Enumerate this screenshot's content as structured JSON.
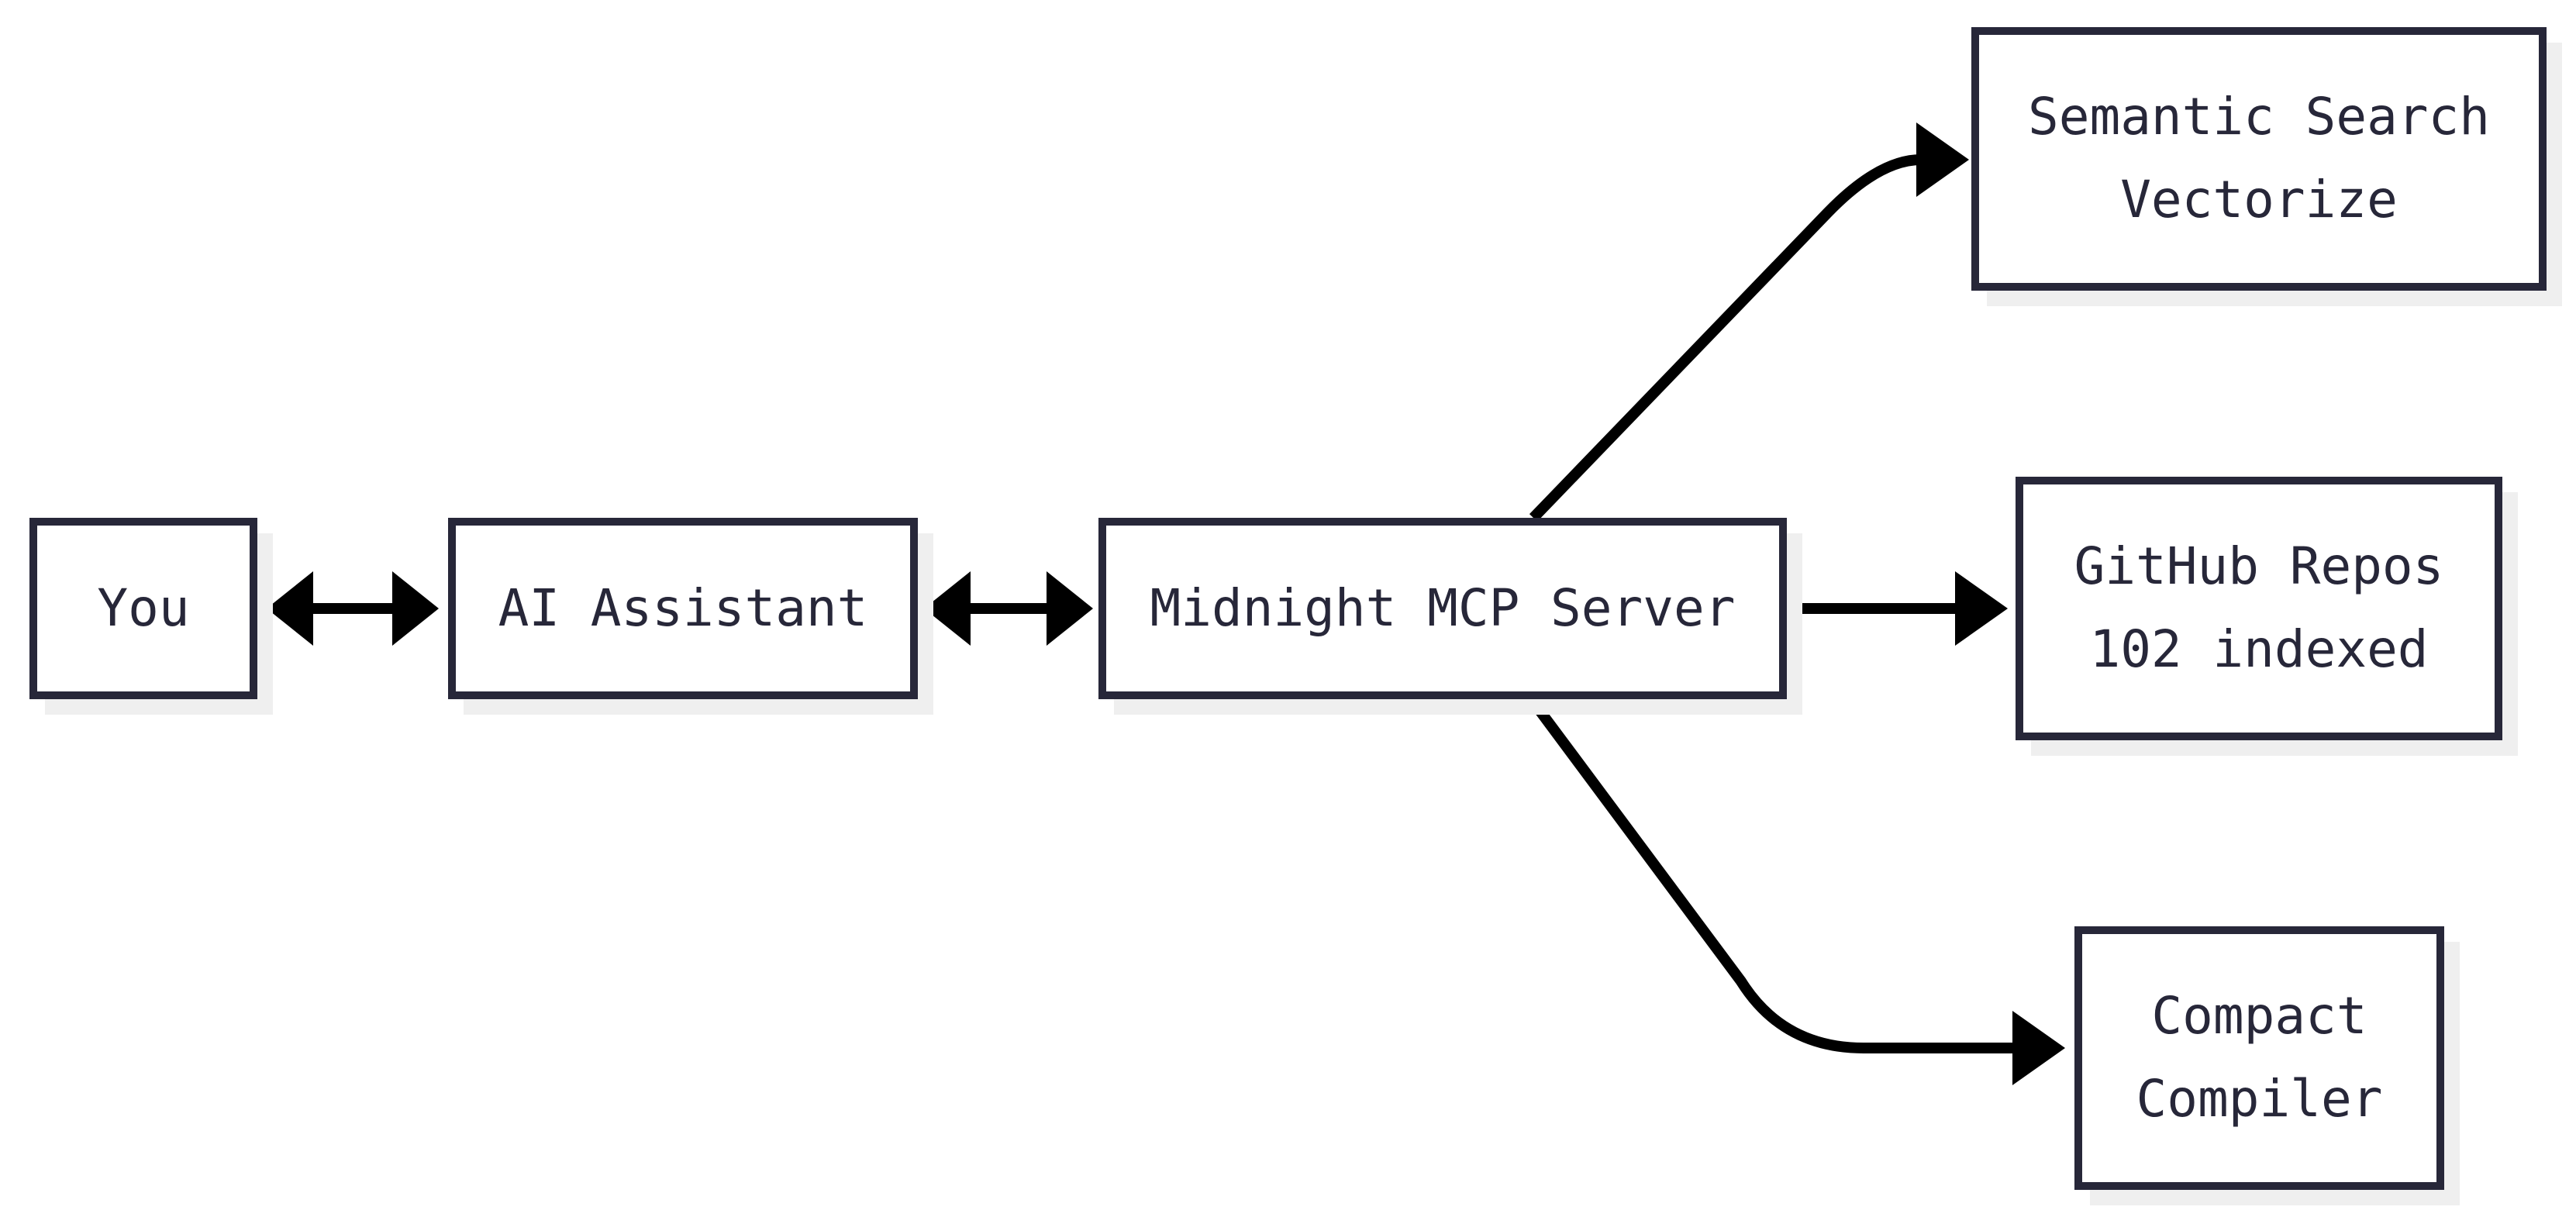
{
  "diagram": {
    "nodes": {
      "you": {
        "label": "You"
      },
      "ai": {
        "label": "AI Assistant"
      },
      "mcp": {
        "label": "Midnight MCP Server"
      },
      "semantic": {
        "lines": [
          "Semantic Search",
          "Vectorize"
        ]
      },
      "github": {
        "lines": [
          "GitHub Repos",
          "102 indexed"
        ]
      },
      "compact": {
        "lines": [
          "Compact",
          "Compiler"
        ]
      }
    },
    "edges": [
      {
        "from": "you",
        "to": "ai",
        "type": "bidirectional"
      },
      {
        "from": "ai",
        "to": "mcp",
        "type": "bidirectional"
      },
      {
        "from": "mcp",
        "to": "semantic",
        "type": "arrow"
      },
      {
        "from": "mcp",
        "to": "github",
        "type": "arrow"
      },
      {
        "from": "mcp",
        "to": "compact",
        "type": "arrow"
      }
    ]
  },
  "colors": {
    "ink": "#272739",
    "arrow": "#000000",
    "shadow": "#efefef",
    "background": "#ffffff"
  }
}
